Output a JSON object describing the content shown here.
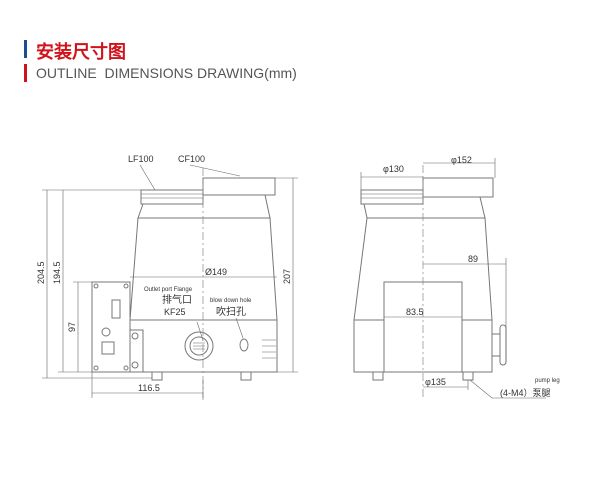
{
  "header": {
    "title_zh": "安装尺寸图",
    "title_en": "OUTLINE  DIMENSIONS DRAWING(mm)",
    "accent_red": "#d0121b",
    "accent_blue": "#1f4e8c"
  },
  "front_view": {
    "lf": "LF100",
    "cf": "CF100",
    "h1": "204.5",
    "h2": "194.5",
    "h3": "97",
    "h4": "207",
    "dia": "Ø149",
    "width": "116.5",
    "outlet_en": "Outlet port Flange",
    "outlet_zh": "排气口",
    "outlet_kf": "KF25",
    "blow_en": "blow down hole",
    "blow_zh": "吹扫孔"
  },
  "side_view": {
    "d130": "φ130",
    "d152": "φ152",
    "d89": "89",
    "d835": "83.5",
    "d135": "φ135",
    "leg_en": "pump leg",
    "leg_zh": "(4-M4）泵腿"
  }
}
